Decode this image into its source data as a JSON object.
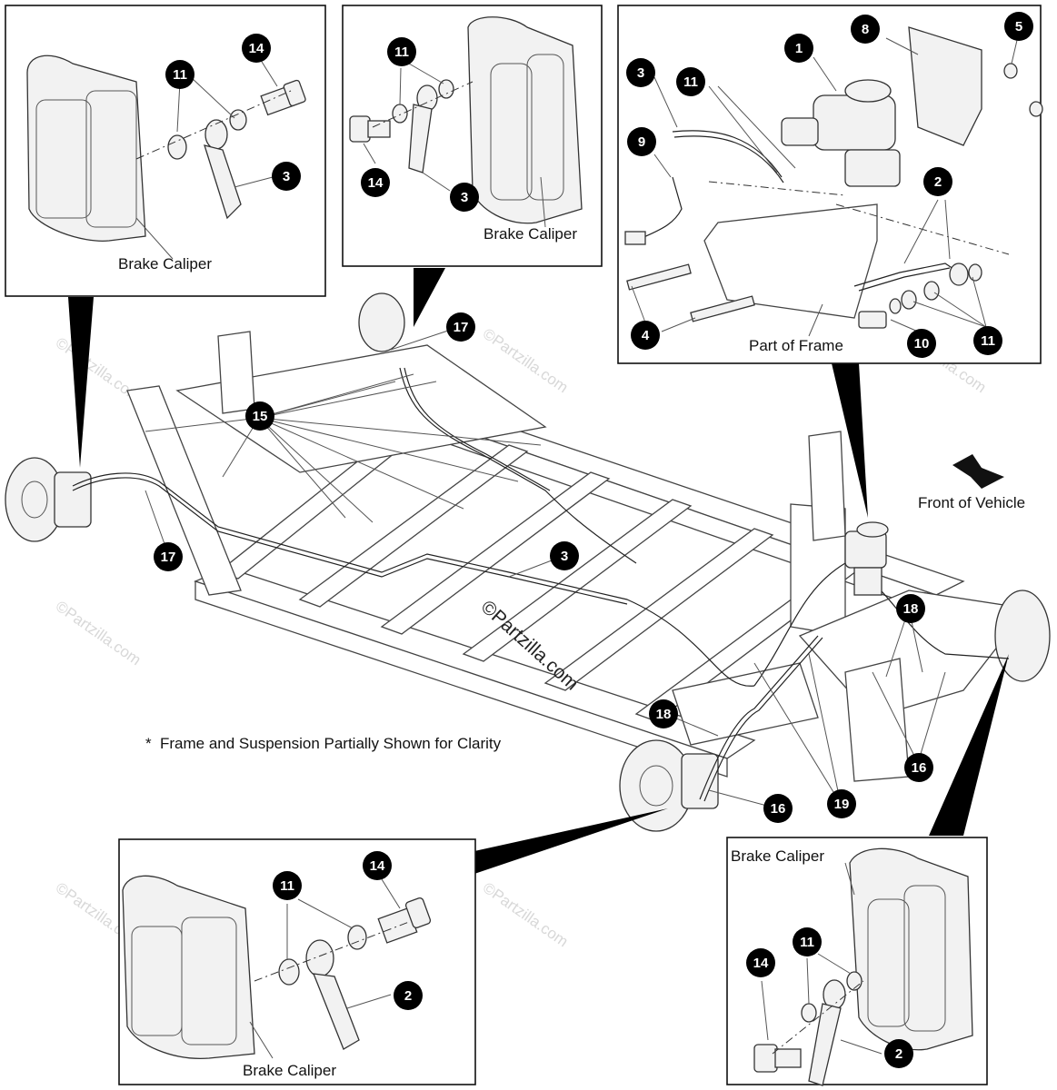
{
  "labels": {
    "brake_caliper": "Brake Caliper",
    "part_of_frame": "Part of Frame",
    "front_of_vehicle": "Front of Vehicle",
    "note": "Frame and Suspension Partially Shown for Clarity",
    "watermark_main": "©Partzilla.com",
    "watermark_faint": "©Partzilla.com"
  },
  "callouts": [
    {
      "id": "c11-tl",
      "num": "11"
    },
    {
      "id": "c14-tl",
      "num": "14"
    },
    {
      "id": "c3-tl",
      "num": "3"
    },
    {
      "id": "c11-tc",
      "num": "11"
    },
    {
      "id": "c14-tc",
      "num": "14"
    },
    {
      "id": "c3-tc",
      "num": "3"
    },
    {
      "id": "c1-tr",
      "num": "1"
    },
    {
      "id": "c8-tr",
      "num": "8"
    },
    {
      "id": "c5-tr",
      "num": "5"
    },
    {
      "id": "c3-tr",
      "num": "3"
    },
    {
      "id": "c11-tr",
      "num": "11"
    },
    {
      "id": "c9-tr",
      "num": "9"
    },
    {
      "id": "c2-tr",
      "num": "2"
    },
    {
      "id": "c4-tr",
      "num": "4"
    },
    {
      "id": "c10-tr",
      "num": "10"
    },
    {
      "id": "c11b-tr",
      "num": "11"
    },
    {
      "id": "c17-a",
      "num": "17"
    },
    {
      "id": "c15",
      "num": "15"
    },
    {
      "id": "c17-b",
      "num": "17"
    },
    {
      "id": "c3-main",
      "num": "3"
    },
    {
      "id": "c18-a",
      "num": "18"
    },
    {
      "id": "c18-b",
      "num": "18"
    },
    {
      "id": "c16-a",
      "num": "16"
    },
    {
      "id": "c16-b",
      "num": "16"
    },
    {
      "id": "c19",
      "num": "19"
    },
    {
      "id": "c11-bl",
      "num": "11"
    },
    {
      "id": "c14-bl",
      "num": "14"
    },
    {
      "id": "c2-bl",
      "num": "2"
    },
    {
      "id": "c11-br",
      "num": "11"
    },
    {
      "id": "c14-br",
      "num": "14"
    },
    {
      "id": "c2-br",
      "num": "2"
    }
  ]
}
